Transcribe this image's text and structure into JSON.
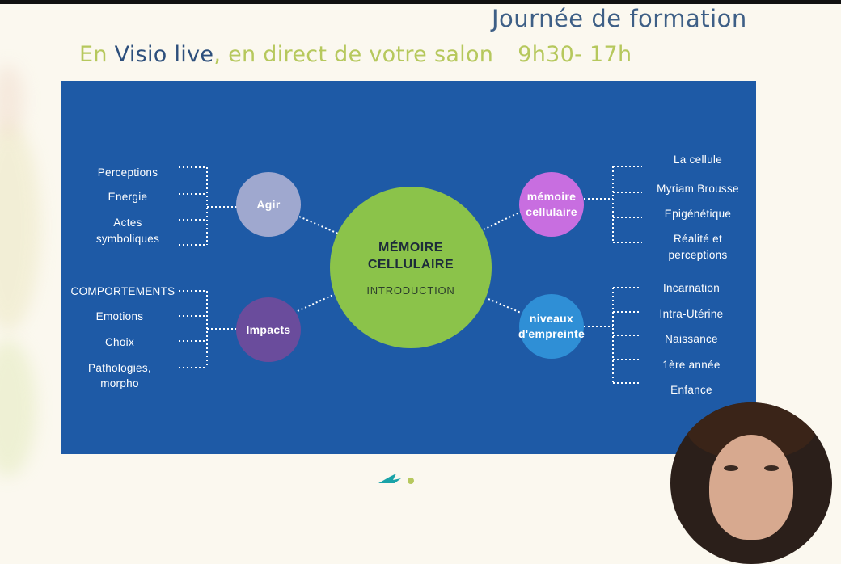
{
  "header": {
    "title": "Journée de formation",
    "subtitle_pre": "En ",
    "subtitle_strong": "Visio live",
    "subtitle_post": ", en direct de votre salon",
    "time": "9h30- 17h"
  },
  "mindmap": {
    "center": {
      "title_line1": "MÉMOIRE",
      "title_line2": "CELLULAIRE",
      "subtitle": "INTRODUCTION",
      "color": "#8bc34a"
    },
    "agir": {
      "label": "Agir",
      "color": "#9fa8cf",
      "items": [
        "Perceptions",
        "Energie",
        "Actes",
        "symboliques"
      ]
    },
    "impacts": {
      "label": "Impacts",
      "color": "#6a4c9c",
      "items": [
        "COMPORTEMENTS",
        "Emotions",
        "Choix",
        "Pathologies,",
        "morpho"
      ]
    },
    "memoire": {
      "label_line1": "mémoire",
      "label_line2": "cellulaire",
      "color": "#c86ee0",
      "items": [
        "La cellule",
        "Myriam Brousse",
        "Epigénétique",
        "Réalité et",
        "perceptions"
      ]
    },
    "niveaux": {
      "label_line1": "niveaux",
      "label_line2": "d'empreinte",
      "color": "#2f8fd6",
      "items": [
        "Incarnation",
        "Intra-Utérine",
        "Naissance",
        "1ère année",
        "Enfance"
      ]
    }
  },
  "colors": {
    "panel": "#1e5aa6",
    "title": "#3e5f86",
    "subtitle_accent": "#b6c85d",
    "background": "#fbf8ef"
  },
  "icons": {
    "logo": "bird-logo-icon",
    "avatar": "presenter-avatar"
  }
}
